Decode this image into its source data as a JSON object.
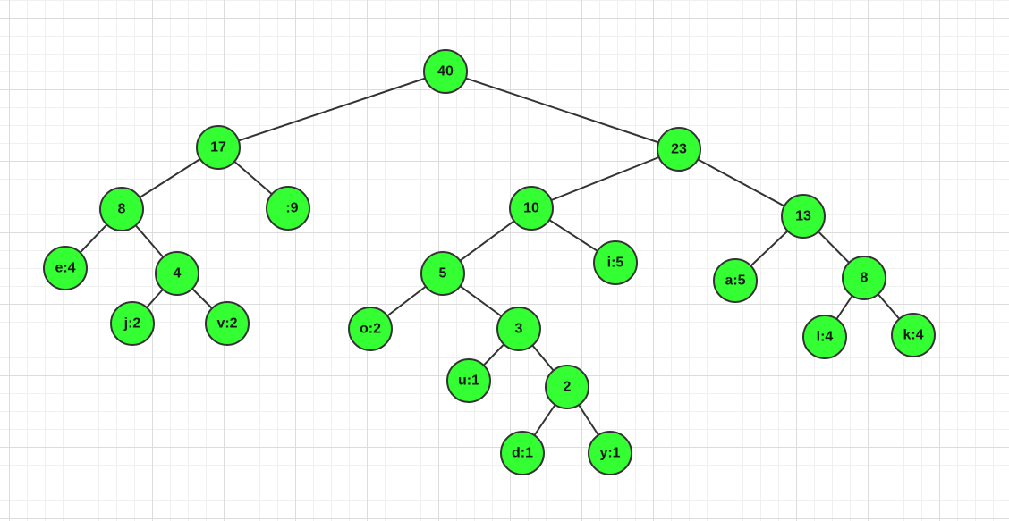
{
  "diagram": {
    "node_fill": "#33ff33",
    "node_stroke": "#333333",
    "edge_color": "#333333",
    "root": {
      "label": "40",
      "children": [
        {
          "label": "17",
          "children": [
            {
              "label": "8",
              "children": [
                {
                  "label": "e:4"
                },
                {
                  "label": "4",
                  "children": [
                    {
                      "label": "j:2"
                    },
                    {
                      "label": "v:2"
                    }
                  ]
                }
              ]
            },
            {
              "label": "_:9"
            }
          ]
        },
        {
          "label": "23",
          "children": [
            {
              "label": "10",
              "children": [
                {
                  "label": "5",
                  "children": [
                    {
                      "label": "o:2"
                    },
                    {
                      "label": "3",
                      "children": [
                        {
                          "label": "u:1"
                        },
                        {
                          "label": "2",
                          "children": [
                            {
                              "label": "d:1"
                            },
                            {
                              "label": "y:1"
                            }
                          ]
                        }
                      ]
                    }
                  ]
                },
                {
                  "label": "i:5"
                }
              ]
            },
            {
              "label": "13",
              "children": [
                {
                  "label": "a:5"
                },
                {
                  "label": "8",
                  "children": [
                    {
                      "label": "l:4"
                    },
                    {
                      "label": "k:4"
                    }
                  ]
                }
              ]
            }
          ]
        }
      ]
    }
  }
}
